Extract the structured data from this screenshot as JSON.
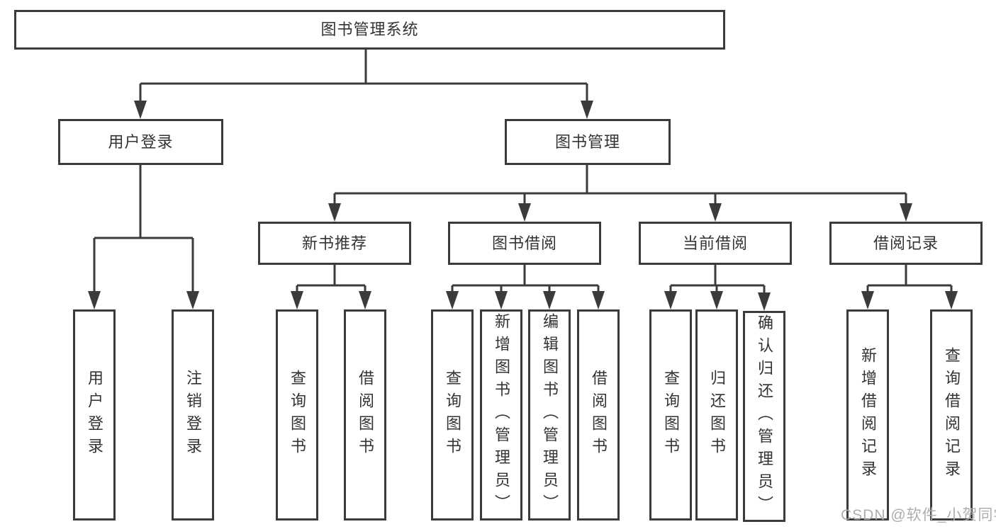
{
  "root": {
    "label": "图书管理系统"
  },
  "groups": {
    "login": {
      "label": "用户登录",
      "children": [
        {
          "label": "用户登录"
        },
        {
          "label": "注销登录"
        }
      ]
    },
    "management": {
      "label": "图书管理",
      "sections": [
        {
          "label": "新书推荐",
          "children": [
            {
              "label": "查询图书"
            },
            {
              "label": "借阅图书"
            }
          ]
        },
        {
          "label": "图书借阅",
          "children": [
            {
              "label": "查询图书"
            },
            {
              "label": "新增图书（管理员）"
            },
            {
              "label": "编辑图书（管理员）"
            },
            {
              "label": "借阅图书"
            }
          ]
        },
        {
          "label": "当前借阅",
          "children": [
            {
              "label": "查询图书"
            },
            {
              "label": "归还图书"
            },
            {
              "label": "确认归还（管理员）"
            }
          ]
        },
        {
          "label": "借阅记录",
          "children": [
            {
              "label": "新增借阅记录"
            },
            {
              "label": "查询借阅记录"
            }
          ]
        }
      ]
    }
  },
  "watermark": {
    "text": "CSDN @软件_小贺同学"
  },
  "colors": {
    "line": "#3b3b3b",
    "text": "#333333",
    "watermark": "#aaaaaa"
  }
}
